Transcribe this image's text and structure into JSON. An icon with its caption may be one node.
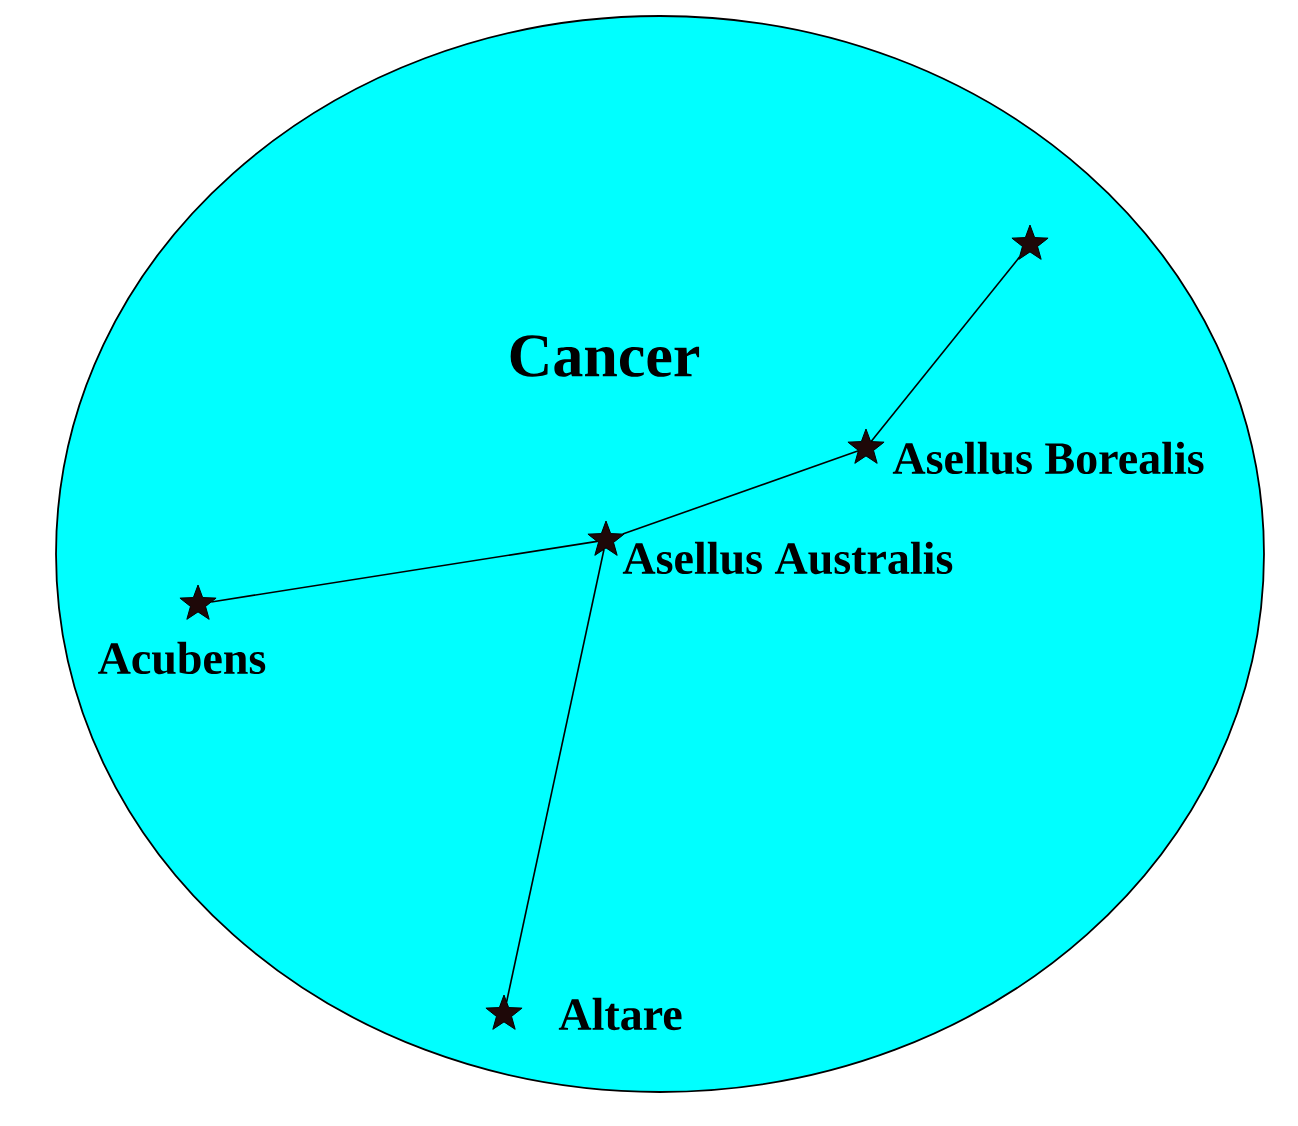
{
  "diagram": {
    "nodes": [
      {
        "text": [
          "Cancer"
        ]
      },
      {
        "text": [],
        "shape": "star",
        "in": 0
      },
      {
        "text": [],
        "shape": "star",
        "in": 0,
        "beside": [
          "Asellus Borealis"
        ]
      },
      {
        "text": [],
        "shape": "star",
        "in": 0,
        "beside": [
          "Asellus Australis"
        ]
      },
      {
        "text": [],
        "shape": "star",
        "in": 0,
        "beside": [
          "Acubens"
        ]
      },
      {
        "text": [],
        "shape": "star",
        "in": 0,
        "beside": [
          "Altare"
        ]
      }
    ],
    "edges": [
      {
        "from": 1,
        "to": 2,
        "arrow": "none"
      },
      {
        "from": 2,
        "to": 3,
        "arrow": "none"
      },
      {
        "from": 3,
        "to": 4,
        "arrow": "none"
      },
      {
        "from": 3,
        "to": 5,
        "arrow": "none"
      }
    ]
  }
}
